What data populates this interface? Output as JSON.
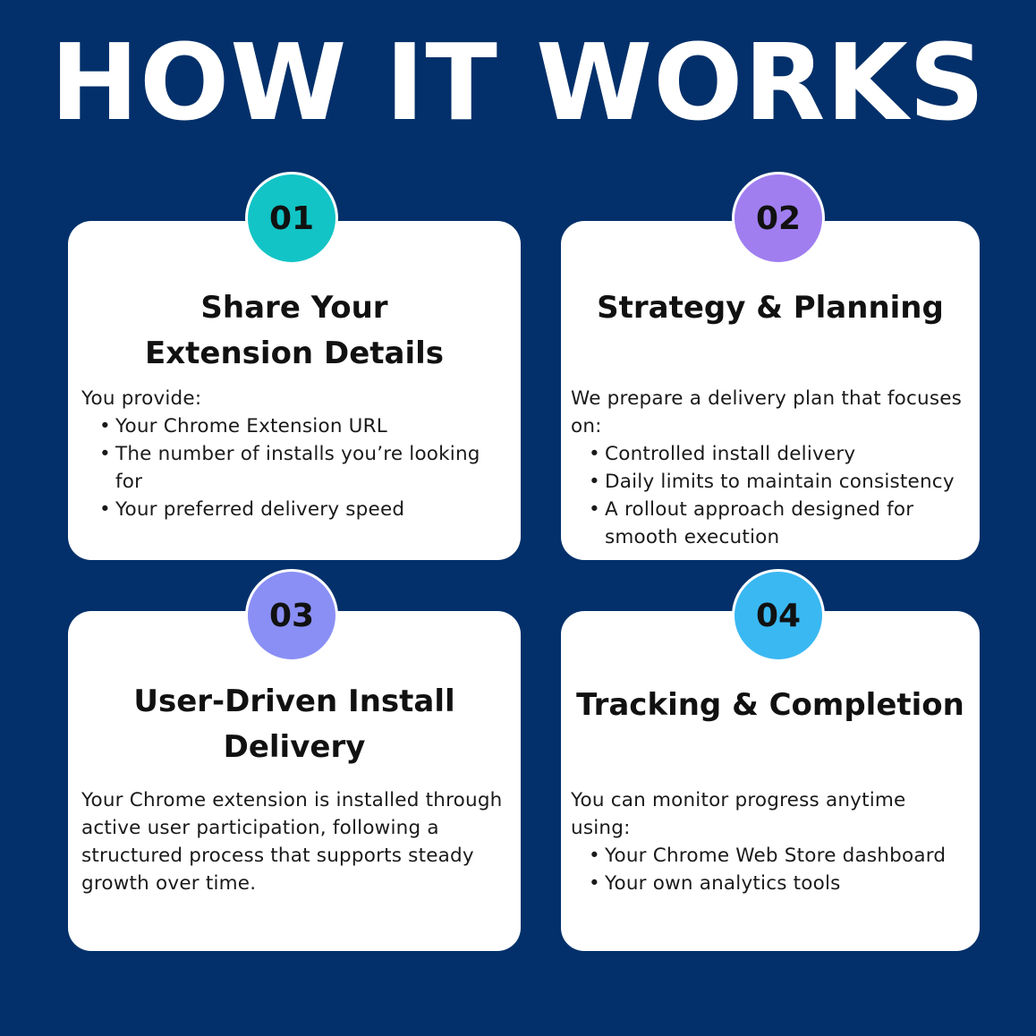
{
  "title": "HOW IT WORKS",
  "colors": {
    "background": "#03306a",
    "card": "#ffffff",
    "badge_01": "#12c4c6",
    "badge_02": "#a07ef0",
    "badge_03": "#8a8ff5",
    "badge_04": "#3ab8f2"
  },
  "steps": [
    {
      "number": "01",
      "title": "Share Your Extension Details",
      "intro": "You provide:",
      "bullets": [
        "Your Chrome Extension URL",
        "The number of installs you’re looking for",
        "Your preferred delivery speed"
      ]
    },
    {
      "number": "02",
      "title": "Strategy & Planning",
      "intro": "We prepare a delivery plan that focuses on:",
      "bullets": [
        "Controlled install delivery",
        "Daily limits to maintain consistency",
        "A rollout approach designed for smooth execution"
      ]
    },
    {
      "number": "03",
      "title": "User-Driven Install Delivery",
      "intro": "Your Chrome extension is installed through active user participation, following a structured process that supports steady growth over time."
    },
    {
      "number": "04",
      "title": "Tracking & Completion",
      "intro": "You can monitor progress anytime using:",
      "bullets": [
        "Your Chrome Web Store dashboard",
        "Your own analytics tools"
      ]
    }
  ]
}
